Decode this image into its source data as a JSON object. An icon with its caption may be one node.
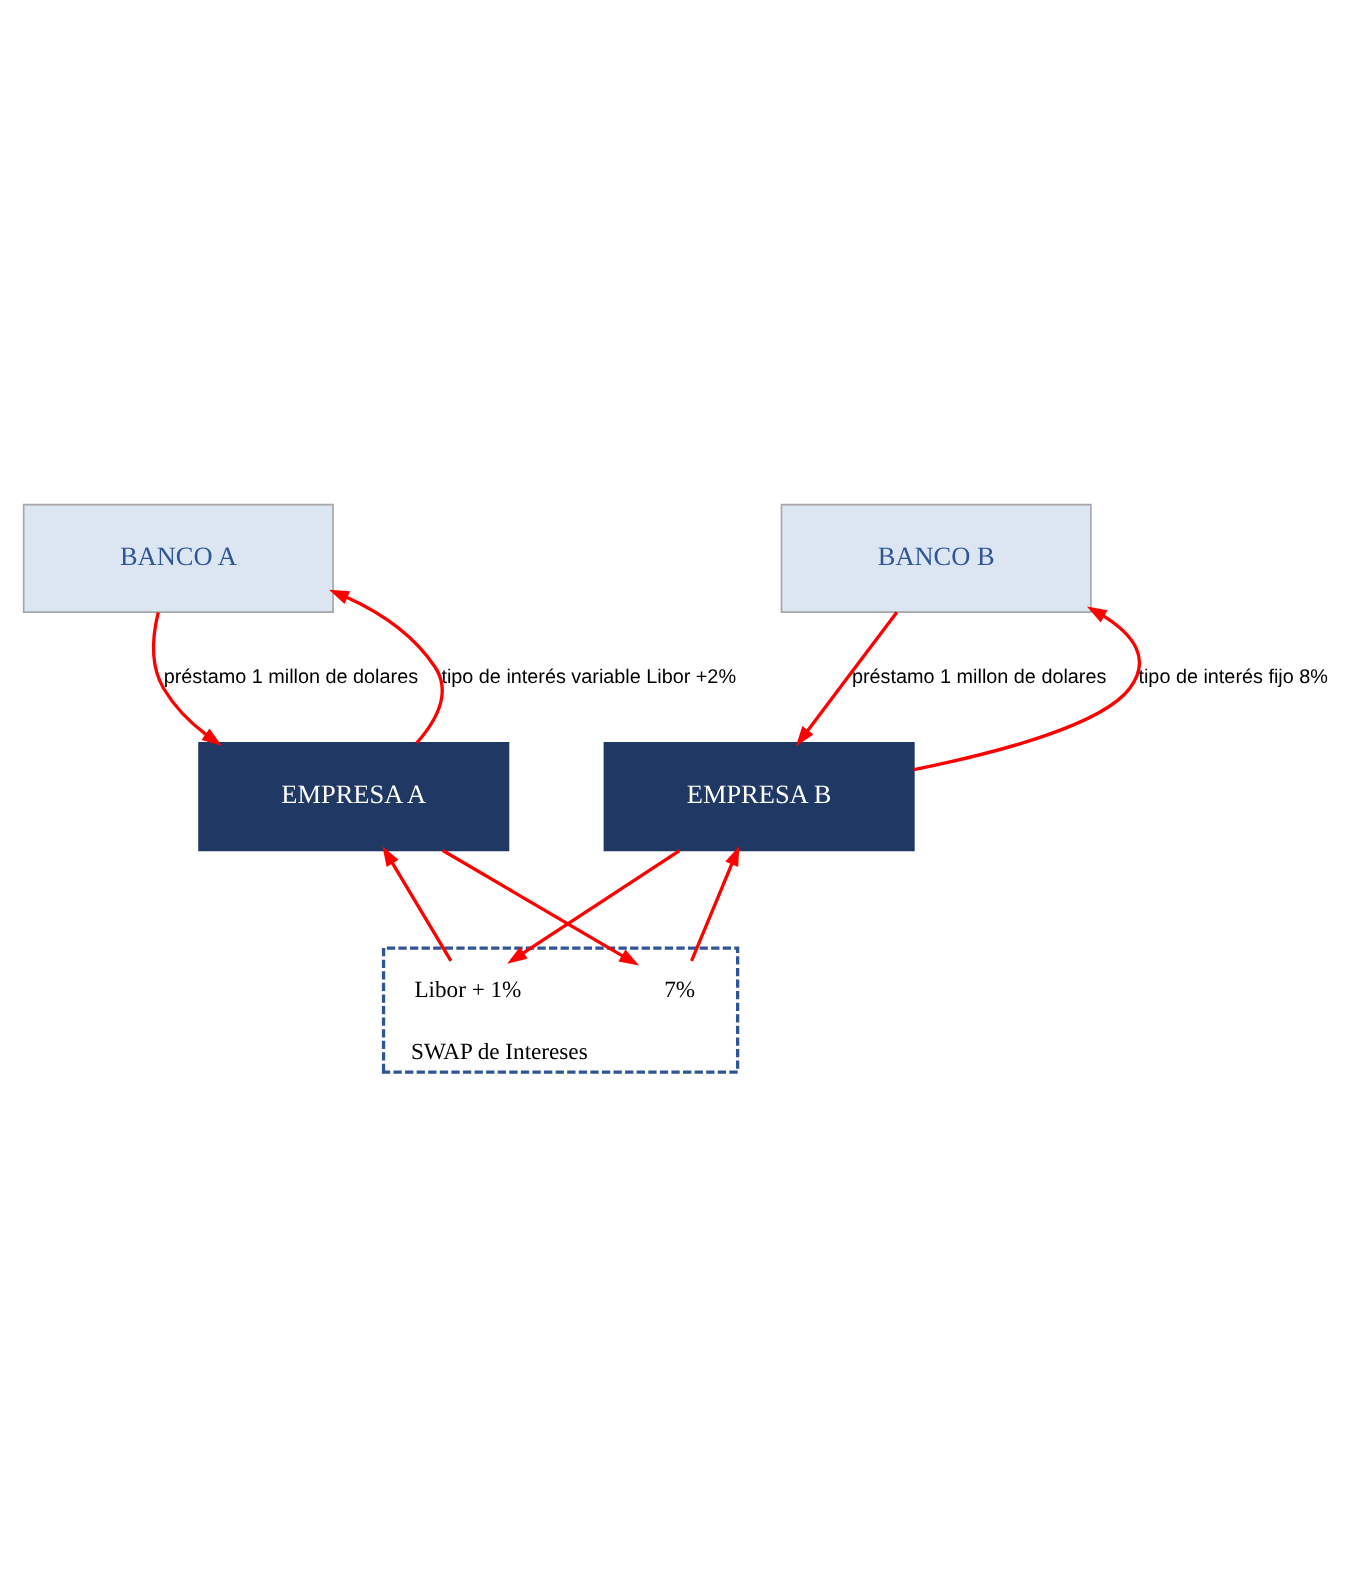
{
  "diagram": {
    "nodes": [
      {
        "text": [
          "BANCO A"
        ]
      },
      {
        "text": [
          "BANCO B"
        ]
      },
      {
        "text": [
          "EMPRESA A"
        ]
      },
      {
        "text": [
          "EMPRESA B"
        ]
      },
      {
        "text": [
          "SWAP de Intereses"
        ]
      },
      {
        "text": [
          "7%"
        ],
        "in": 4
      },
      {
        "text": [
          "Libor + 1%"
        ],
        "in": 4
      }
    ],
    "edges": [
      {
        "from": 0,
        "to": 2,
        "arrow": "to",
        "label": "préstamo 1 millon de dolares"
      },
      {
        "from": 2,
        "to": 0,
        "arrow": "to",
        "label": "tipo de interés variable Libor +2%"
      },
      {
        "from": 1,
        "to": 3,
        "arrow": "to",
        "label": "préstamo 1 millon de dolares"
      },
      {
        "from": 3,
        "to": 1,
        "arrow": "to",
        "label": "tipo de interés fijo 8%"
      },
      {
        "from": 2,
        "to": 5,
        "arrow": "to"
      },
      {
        "from": 5,
        "to": 3,
        "arrow": "to"
      },
      {
        "from": 3,
        "to": 6,
        "arrow": "to"
      },
      {
        "from": 6,
        "to": 2,
        "arrow": "to"
      }
    ]
  }
}
